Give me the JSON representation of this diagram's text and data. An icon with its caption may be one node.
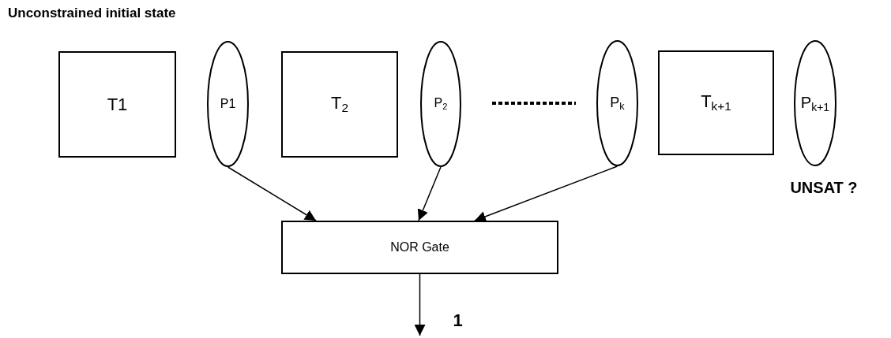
{
  "diagram": {
    "nodes": [
      {
        "text": [
          "T1"
        ],
        "beside": [
          "Unconstrained initial state"
        ]
      },
      {
        "text": [
          "P1"
        ]
      },
      {
        "text": [
          "T$_{2}$"
        ]
      },
      {
        "text": [
          "P$_{2}$"
        ]
      },
      {
        "text": [
          "P$_{k}$"
        ]
      },
      {
        "text": [
          "T$_{k+1}$"
        ]
      },
      {
        "text": [
          "P$_{k+1}$"
        ],
        "beside": [
          "UNSAT ?"
        ]
      },
      {
        "text": [
          "NOR Gate"
        ]
      }
    ],
    "edges": [
      {
        "from": 1,
        "to": 7,
        "arrow": "to"
      },
      {
        "from": 3,
        "to": 7,
        "arrow": "to"
      },
      {
        "from": 4,
        "to": 7,
        "arrow": "to"
      },
      {
        "from": 7,
        "to": null,
        "arrow": "to",
        "label": "1"
      }
    ]
  }
}
